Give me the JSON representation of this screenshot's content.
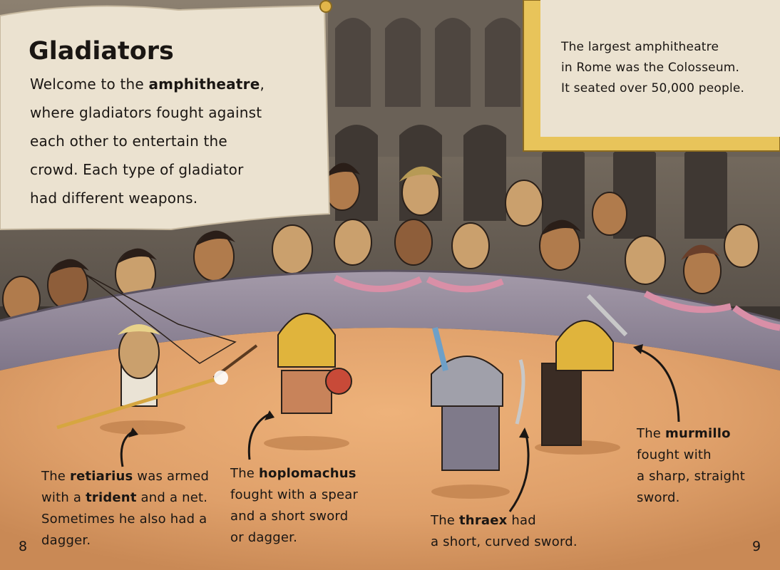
{
  "page": {
    "title": "Gladiators",
    "intro": {
      "line1_pre": "Welcome to the ",
      "line1_bold": "amphitheatre",
      "line1_post": ",",
      "line2": "where gladiators fought against",
      "line3": "each other to entertain the",
      "line4": "crowd. Each type of gladiator",
      "line5": "had different weapons."
    },
    "fact": {
      "line1": "The largest amphitheatre",
      "line2": "in Rome was the Colosseum.",
      "line3": "It seated over 50,000 people."
    },
    "captions": {
      "retiarius": {
        "pre": "The ",
        "name": "retiarius",
        "mid": " was armed",
        "line2_pre": "with a ",
        "line2_bold": "trident",
        "line2_post": " and a net.",
        "line3": "Sometimes he also had a",
        "line4": "dagger."
      },
      "hoplomachus": {
        "pre": "The ",
        "name": "hoplomachus",
        "line2": "fought with a spear",
        "line3": "and a short sword",
        "line4": "or dagger."
      },
      "thraex": {
        "pre": "The ",
        "name": "thraex",
        "post": " had",
        "line2": "a short, curved sword."
      },
      "murmillo": {
        "pre": "The ",
        "name": "murmillo",
        "line2": "fought with",
        "line3": "a sharp, straight",
        "line4": "sword."
      }
    },
    "page_numbers": {
      "left": "8",
      "right": "9"
    }
  },
  "colors": {
    "parchment": "#ebe2d0",
    "sand": "#e2a36c",
    "wall": "#8e8596",
    "stands": "#4a433d",
    "frame_gold": "#e8c45a",
    "bunting": "#d98fa7",
    "text": "#1a1613"
  }
}
